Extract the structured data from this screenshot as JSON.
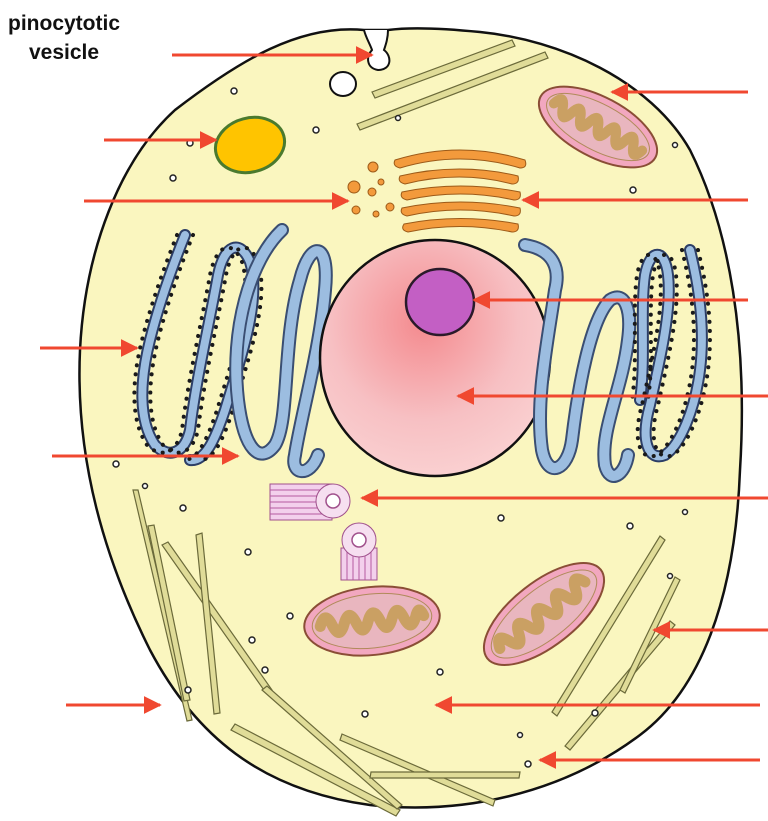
{
  "labels": {
    "vesicle_line1": "pinocytotic",
    "vesicle_line2": "vesicle"
  },
  "structures": [
    "cell-membrane",
    "cytoplasm",
    "nucleus",
    "nucleolus",
    "rough-er",
    "smooth-er",
    "golgi-apparatus",
    "mitochondria",
    "centrioles",
    "lysosome",
    "microfilaments",
    "secretory-vesicles",
    "pinocytotic-vesicle"
  ],
  "colors": {
    "cytoplasm": "#faf6bf",
    "membrane": "#111111",
    "arrow": "#f04830",
    "er": "#9cbde0",
    "golgi": "#f39a3c",
    "nucleus": "#f6b8bd",
    "nucleolus": "#c35fc4",
    "mito_outer": "#f2a7bf",
    "mito_inner": "#caa063",
    "lysosome": "#ffc400",
    "lysosome_rim": "#4a7a2e",
    "filament": "#e0dc98",
    "centriole": "#e8b2dc"
  }
}
